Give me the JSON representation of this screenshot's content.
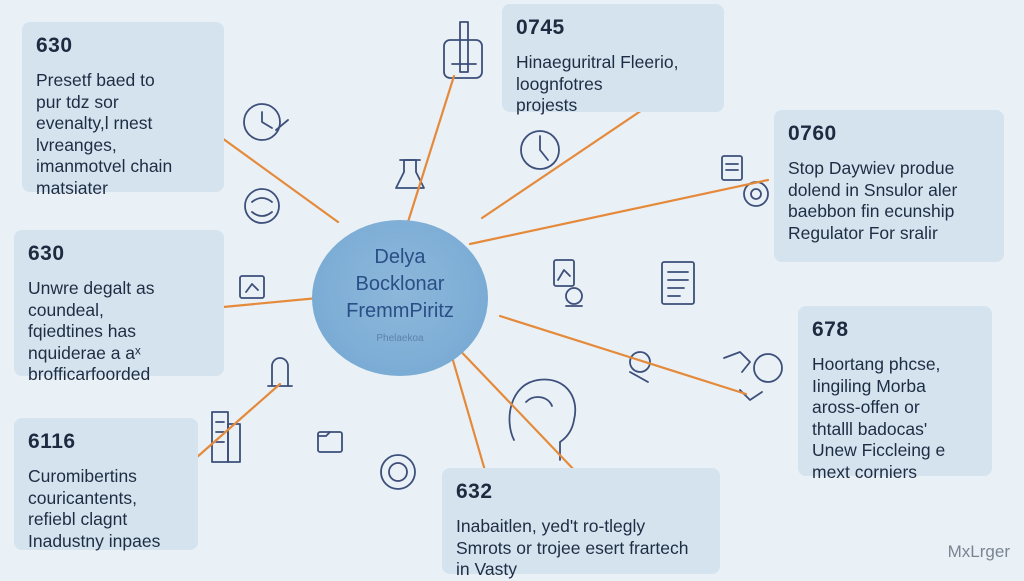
{
  "hub": {
    "lines": [
      "Delya",
      "Bocklonar",
      "FremmPiritz"
    ],
    "subtitle": "Phelaekoa"
  },
  "cards": [
    {
      "number": "630",
      "lines": [
        "Presetf baed to",
        "pur tdz sor",
        "evenalty,l rnest",
        "lvreanges,",
        "imanmotvel chain",
        "matsiater"
      ]
    },
    {
      "number": "0745",
      "lines": [
        "Hinaeguritral Fleerio,",
        "loognfotres",
        "projests"
      ]
    },
    {
      "number": "0760",
      "lines": [
        "Stop Daywiev produe",
        "dolend in Snsulor aler",
        "baebbon fin ecunship",
        "Regulator For sralir"
      ]
    },
    {
      "number": "630",
      "lines": [
        "Unwre degalt as",
        "coundeal,",
        "fqiedtines has",
        "nquiderae a aˣ",
        "brofficarfoorded"
      ]
    },
    {
      "number": "678",
      "lines": [
        "Hoortang phcse,",
        "Iingiling Morba",
        "aross-offen or",
        "thtalll badocas'",
        "Unew Ficcleing e",
        "mext corniers"
      ]
    },
    {
      "number": "6116",
      "lines": [
        "Curomibertins",
        "couricantents,",
        "refiebl clagnt",
        "Inadustny inpaes"
      ]
    },
    {
      "number": "632",
      "lines": [
        "Inabaitlen, yed't ro-tlegly",
        "Smrots or trojee esert frartech",
        "in Vasty"
      ]
    }
  ],
  "watermark": "MxLrger",
  "colors": {
    "background": "#e9f1f7",
    "card": "#d4e3ee",
    "hub": "#7eaed6",
    "connector": "#e58a3a",
    "icon_stroke": "#3d4f7a"
  },
  "icons": [
    "bottle-icon",
    "clock-icon",
    "settings-cycle-icon",
    "flask-icon",
    "clipboard-icon",
    "chart-board-icon",
    "document-chart-icon",
    "globe-handshake-icon",
    "location-pin-icon",
    "building-icon",
    "folder-icon",
    "chip-icon",
    "person-head-icon",
    "recycle-icon",
    "document-icon"
  ]
}
